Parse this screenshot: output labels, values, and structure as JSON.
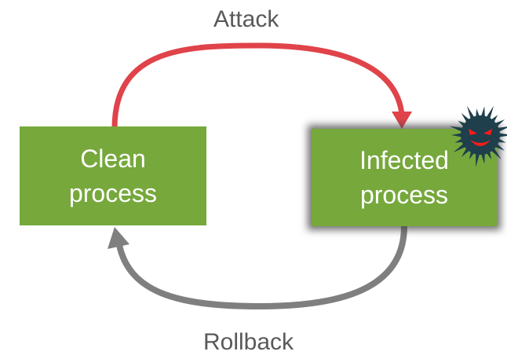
{
  "labels": {
    "attack": "Attack",
    "rollback": "Rollback"
  },
  "nodes": {
    "clean": {
      "line1": "Clean",
      "line2": "process"
    },
    "infected": {
      "line1": "Infected",
      "line2": "process"
    }
  },
  "icons": {
    "virus": "virus-icon"
  },
  "colors": {
    "box_fill": "#76a83c",
    "attack_arrow": "#e0434a",
    "rollback_arrow": "#7f7f7f",
    "label_text": "#595959",
    "virus_body": "#1e3f4b",
    "virus_face": "#ff1a1a"
  }
}
